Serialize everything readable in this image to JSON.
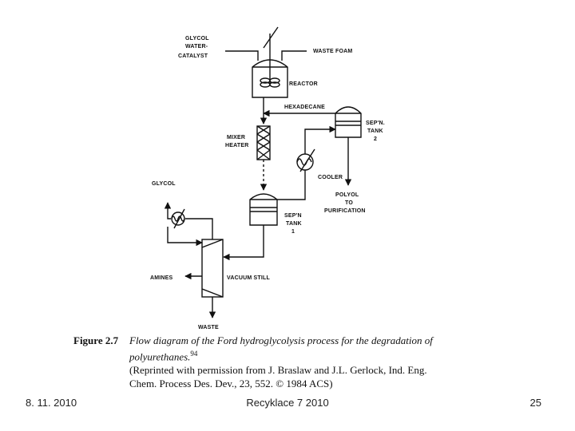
{
  "diagram": {
    "labels": {
      "glycol_water_catalyst": [
        "GLYCOL",
        "WATER-",
        "CATALYST"
      ],
      "waste_foam": "WASTE FOAM",
      "reactor": "REACTOR",
      "hexadecane": "HEXADECANE",
      "sep_tank_2": [
        "SEP'N.",
        "TANK",
        "2"
      ],
      "mixer_heater": [
        "MIXER",
        "HEATER"
      ],
      "cooler": "COOLER",
      "polyol": [
        "POLYOL",
        "TO",
        "PURIFICATION"
      ],
      "glycol": "GLYCOL",
      "sep_tank_1": [
        "SEP'N",
        "TANK",
        "1"
      ],
      "amines": "AMINES",
      "vacuum_still": "VACUUM  STILL",
      "waste": "WASTE"
    }
  },
  "caption": {
    "figure_number": "Figure 2.7",
    "title_line1": "Flow diagram of the Ford hydroglycolysis process for the degradation of",
    "title_line2": "polyurethanes.",
    "ref_superscript": "94",
    "credit_line1": "(Reprinted with permission from J. Braslaw and J.L. Gerlock, Ind. Eng.",
    "credit_line2": "Chem. Process Des. Dev., 23, 552. © 1984 ACS)"
  },
  "footer": {
    "date": "8. 11. 2010",
    "title": "Recyklace 7 2010",
    "page": "25"
  }
}
